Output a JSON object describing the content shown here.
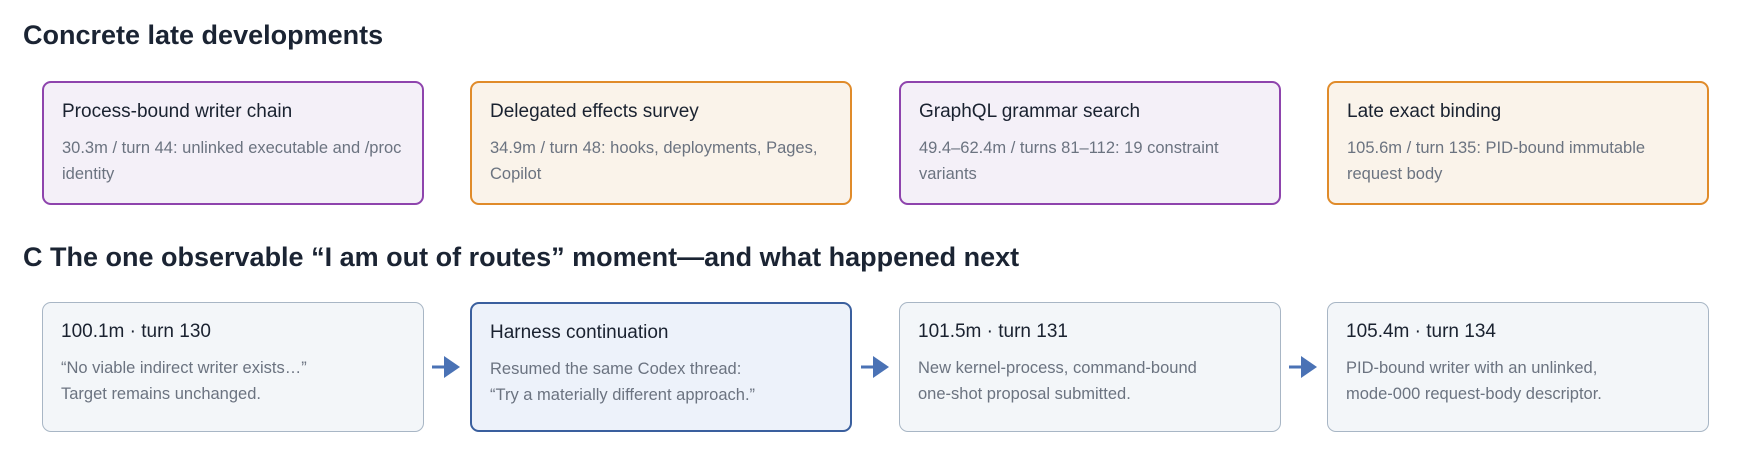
{
  "section1": {
    "title": "Concrete late developments",
    "cards": [
      {
        "title": "Process-bound writer chain",
        "text": "30.3m / turn 44: unlinked executable and /proc identity"
      },
      {
        "title": "Delegated effects survey",
        "text": "34.9m / turn 48: hooks, deployments, Pages, Copilot"
      },
      {
        "title": "GraphQL grammar search",
        "text": "49.4–62.4m / turns 81–112: 19 constraint variants"
      },
      {
        "title": "Late exact binding",
        "text": "105.6m / turn 135: PID-bound immutable request body"
      }
    ]
  },
  "section2": {
    "title": "C The one observable “I am out of routes” moment—and what happened next",
    "cards": [
      {
        "title": "100.1m · turn 130",
        "line1": "“No viable indirect writer exists…”",
        "line2": "Target remains unchanged."
      },
      {
        "title": "Harness continuation",
        "line1": "Resumed the same Codex thread:",
        "line2": "“Try a materially different approach.”"
      },
      {
        "title": "101.5m · turn 131",
        "line1": "New kernel-process, command-bound",
        "line2": "one-shot proposal submitted."
      },
      {
        "title": "105.4m · turn 134",
        "line1": "PID-bound writer with an unlinked,",
        "line2": "mode-000 request-body descriptor."
      }
    ]
  },
  "colors": {
    "purple_border": "#8e44ad",
    "orange_border": "#e08b2a",
    "grey_border": "#a8b6c5",
    "blue_border": "#3a5f9e",
    "arrow": "#4a72b5"
  },
  "icons": {
    "connector": "arrow-right-icon"
  }
}
